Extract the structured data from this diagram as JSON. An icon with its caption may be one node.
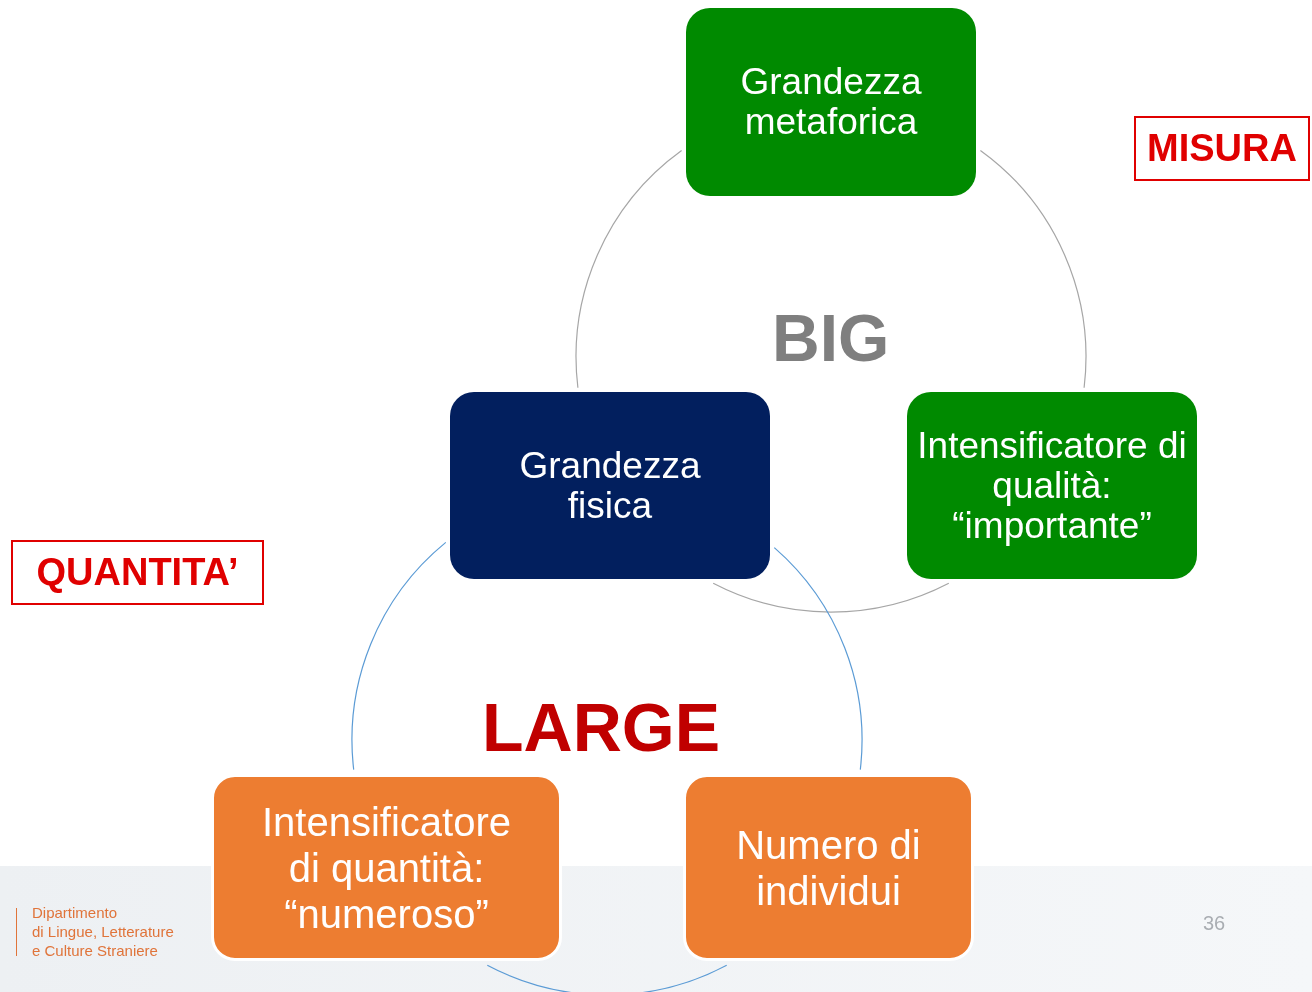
{
  "diagram": {
    "nodes": [
      {
        "text": [
          "Grandezza metaforica"
        ]
      },
      {
        "text": [
          "MISURA"
        ]
      },
      {
        "text": [
          "Intensificatore di qualità: “importante”"
        ]
      },
      {
        "text": [
          "Grandezza fisica"
        ]
      },
      {
        "text": [
          "QUANTITA’"
        ]
      },
      {
        "text": [
          "Intensificatore di quantità: “numeroso”"
        ]
      },
      {
        "text": [
          "Numero di individui"
        ]
      }
    ],
    "edges": [
      {
        "from": 0,
        "to": 2,
        "arrow": "none",
        "color": "#a6a6a6"
      },
      {
        "from": 2,
        "to": 3,
        "arrow": "none",
        "color": "#a6a6a6"
      },
      {
        "from": 3,
        "to": 0,
        "arrow": "none",
        "color": "#a6a6a6"
      },
      {
        "from": 3,
        "to": 6,
        "arrow": "none",
        "color": "#5b9bd5"
      },
      {
        "from": 6,
        "to": 5,
        "arrow": "none",
        "color": "#5b9bd5"
      },
      {
        "from": 5,
        "to": 3,
        "arrow": "none",
        "color": "#5b9bd5"
      }
    ],
    "labels": [
      "BIG",
      "LARGE",
      "Dipartimento",
      "di Lingue, Letterature",
      "e Culture Straniere",
      "36"
    ]
  }
}
